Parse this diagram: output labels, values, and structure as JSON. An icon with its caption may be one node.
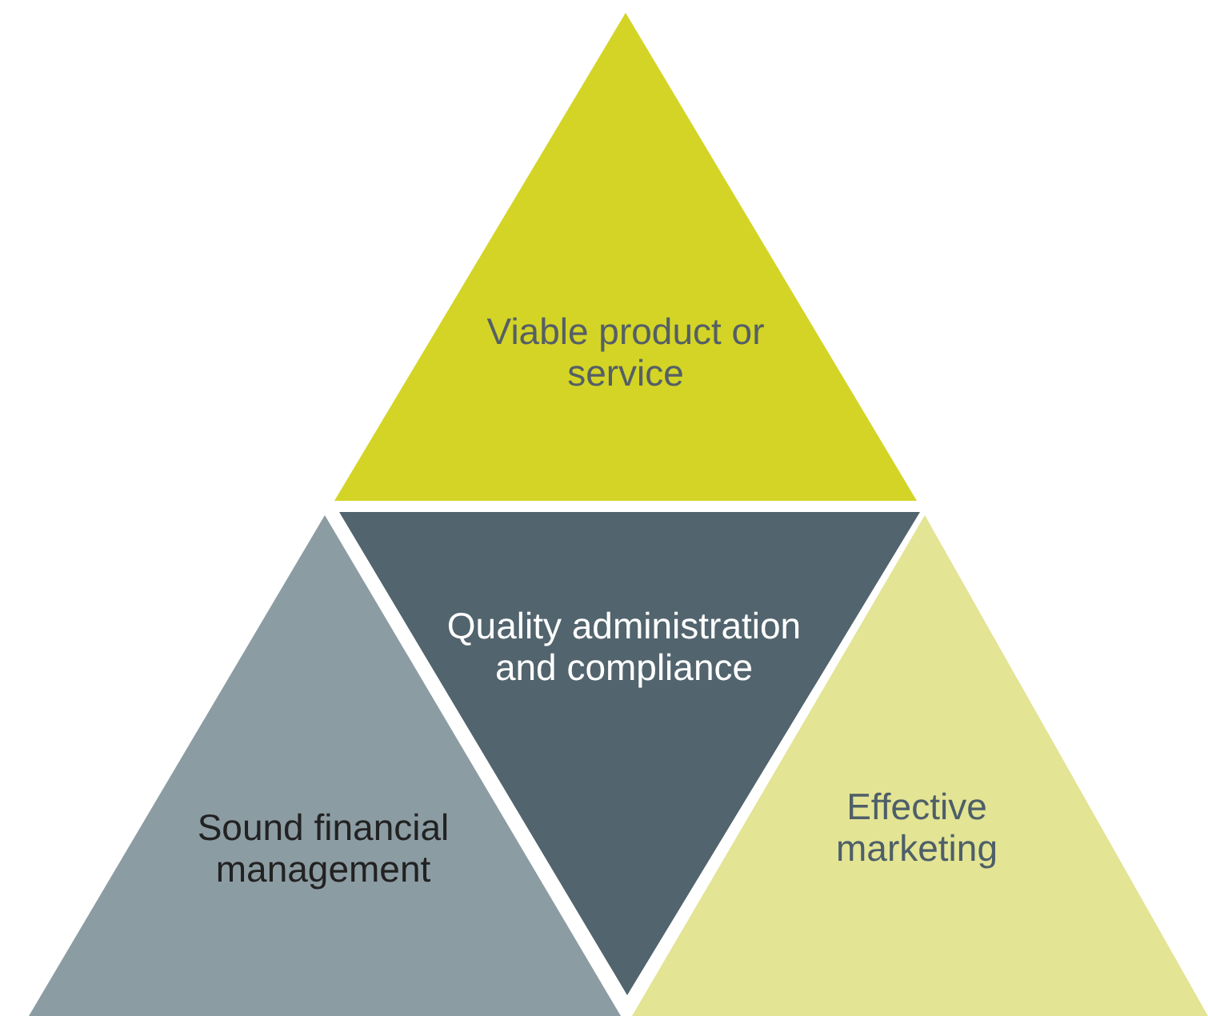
{
  "diagram": {
    "nodes": [
      {
        "text": [
          "Viable product or service"
        ]
      },
      {
        "text": [
          "Quality administration and compliance"
        ]
      },
      {
        "text": [
          "Sound financial management"
        ]
      },
      {
        "text": [
          "Effective marketing"
        ]
      }
    ]
  }
}
